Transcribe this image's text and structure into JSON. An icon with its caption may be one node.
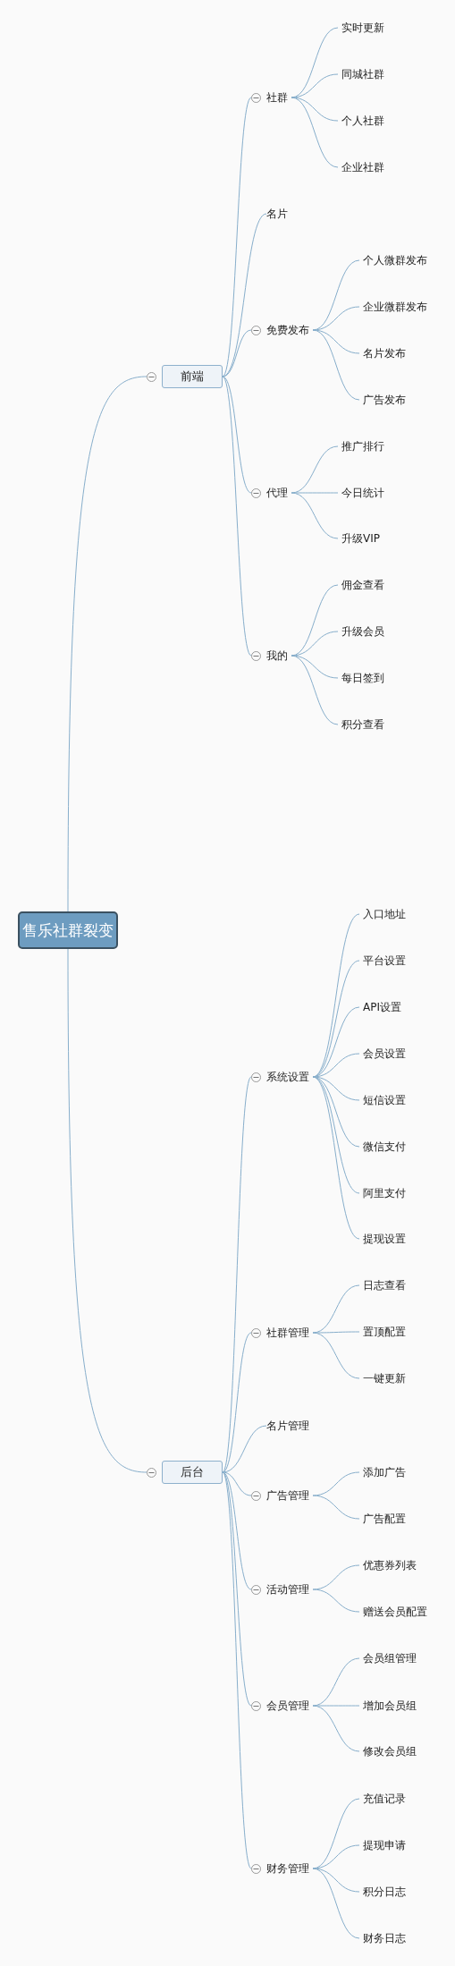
{
  "diagram": {
    "nodes": [
      {
        "text": [
          "售乐社群裂变"
        ]
      },
      {
        "text": [
          "前端"
        ]
      },
      {
        "text": [
          "社群"
        ]
      },
      {
        "text": [
          "实时更新"
        ]
      },
      {
        "text": [
          "同城社群"
        ]
      },
      {
        "text": [
          "个人社群"
        ]
      },
      {
        "text": [
          "企业社群"
        ]
      },
      {
        "text": [
          "名片"
        ]
      },
      {
        "text": [
          "免费发布"
        ]
      },
      {
        "text": [
          "个人微群发布"
        ]
      },
      {
        "text": [
          "企业微群发布"
        ]
      },
      {
        "text": [
          "名片发布"
        ]
      },
      {
        "text": [
          "广告发布"
        ]
      },
      {
        "text": [
          "代理"
        ]
      },
      {
        "text": [
          "推广排行"
        ]
      },
      {
        "text": [
          "今日统计"
        ]
      },
      {
        "text": [
          "升级VIP"
        ]
      },
      {
        "text": [
          "我的"
        ]
      },
      {
        "text": [
          "佣金查看"
        ]
      },
      {
        "text": [
          "升级会员"
        ]
      },
      {
        "text": [
          "每日签到"
        ]
      },
      {
        "text": [
          "积分查看"
        ]
      },
      {
        "text": [
          "后台"
        ]
      },
      {
        "text": [
          "系统设置"
        ]
      },
      {
        "text": [
          "入口地址"
        ]
      },
      {
        "text": [
          "平台设置"
        ]
      },
      {
        "text": [
          "API设置"
        ]
      },
      {
        "text": [
          "会员设置"
        ]
      },
      {
        "text": [
          "短信设置"
        ]
      },
      {
        "text": [
          "微信支付"
        ]
      },
      {
        "text": [
          "阿里支付"
        ]
      },
      {
        "text": [
          "提现设置"
        ]
      },
      {
        "text": [
          "社群管理"
        ]
      },
      {
        "text": [
          "日志查看"
        ]
      },
      {
        "text": [
          "置顶配置"
        ]
      },
      {
        "text": [
          "一键更新"
        ]
      },
      {
        "text": [
          "名片管理"
        ]
      },
      {
        "text": [
          "广告管理"
        ]
      },
      {
        "text": [
          "添加广告"
        ]
      },
      {
        "text": [
          "广告配置"
        ]
      },
      {
        "text": [
          "活动管理"
        ]
      },
      {
        "text": [
          "优惠券列表"
        ]
      },
      {
        "text": [
          "赠送会员配置"
        ]
      },
      {
        "text": [
          "会员管理"
        ]
      },
      {
        "text": [
          "会员组管理"
        ]
      },
      {
        "text": [
          "增加会员组"
        ]
      },
      {
        "text": [
          "修改会员组"
        ]
      },
      {
        "text": [
          "财务管理"
        ]
      },
      {
        "text": [
          "充值记录"
        ]
      },
      {
        "text": [
          "提现申请"
        ]
      },
      {
        "text": [
          "积分日志"
        ]
      },
      {
        "text": [
          "财务日志"
        ]
      }
    ],
    "edges": [
      {
        "from": 0,
        "to": 1,
        "arrow": "none"
      },
      {
        "from": 1,
        "to": 2,
        "arrow": "none"
      },
      {
        "from": 2,
        "to": 3,
        "arrow": "none"
      },
      {
        "from": 2,
        "to": 4,
        "arrow": "none"
      },
      {
        "from": 2,
        "to": 5,
        "arrow": "none"
      },
      {
        "from": 2,
        "to": 6,
        "arrow": "none"
      },
      {
        "from": 1,
        "to": 7,
        "arrow": "none"
      },
      {
        "from": 1,
        "to": 8,
        "arrow": "none"
      },
      {
        "from": 8,
        "to": 9,
        "arrow": "none"
      },
      {
        "from": 8,
        "to": 10,
        "arrow": "none"
      },
      {
        "from": 8,
        "to": 11,
        "arrow": "none"
      },
      {
        "from": 8,
        "to": 12,
        "arrow": "none"
      },
      {
        "from": 1,
        "to": 13,
        "arrow": "none"
      },
      {
        "from": 13,
        "to": 14,
        "arrow": "none"
      },
      {
        "from": 13,
        "to": 15,
        "arrow": "none"
      },
      {
        "from": 13,
        "to": 16,
        "arrow": "none"
      },
      {
        "from": 1,
        "to": 17,
        "arrow": "none"
      },
      {
        "from": 17,
        "to": 18,
        "arrow": "none"
      },
      {
        "from": 17,
        "to": 19,
        "arrow": "none"
      },
      {
        "from": 17,
        "to": 20,
        "arrow": "none"
      },
      {
        "from": 17,
        "to": 21,
        "arrow": "none"
      },
      {
        "from": 0,
        "to": 22,
        "arrow": "none"
      },
      {
        "from": 22,
        "to": 23,
        "arrow": "none"
      },
      {
        "from": 23,
        "to": 24,
        "arrow": "none"
      },
      {
        "from": 23,
        "to": 25,
        "arrow": "none"
      },
      {
        "from": 23,
        "to": 26,
        "arrow": "none"
      },
      {
        "from": 23,
        "to": 27,
        "arrow": "none"
      },
      {
        "from": 23,
        "to": 28,
        "arrow": "none"
      },
      {
        "from": 23,
        "to": 29,
        "arrow": "none"
      },
      {
        "from": 23,
        "to": 30,
        "arrow": "none"
      },
      {
        "from": 23,
        "to": 31,
        "arrow": "none"
      },
      {
        "from": 22,
        "to": 32,
        "arrow": "none"
      },
      {
        "from": 32,
        "to": 33,
        "arrow": "none"
      },
      {
        "from": 32,
        "to": 34,
        "arrow": "none"
      },
      {
        "from": 32,
        "to": 35,
        "arrow": "none"
      },
      {
        "from": 22,
        "to": 36,
        "arrow": "none"
      },
      {
        "from": 22,
        "to": 37,
        "arrow": "none"
      },
      {
        "from": 37,
        "to": 38,
        "arrow": "none"
      },
      {
        "from": 37,
        "to": 39,
        "arrow": "none"
      },
      {
        "from": 22,
        "to": 40,
        "arrow": "none"
      },
      {
        "from": 40,
        "to": 41,
        "arrow": "none"
      },
      {
        "from": 40,
        "to": 42,
        "arrow": "none"
      },
      {
        "from": 22,
        "to": 43,
        "arrow": "none"
      },
      {
        "from": 43,
        "to": 44,
        "arrow": "none"
      },
      {
        "from": 43,
        "to": 45,
        "arrow": "none"
      },
      {
        "from": 43,
        "to": 46,
        "arrow": "none"
      },
      {
        "from": 22,
        "to": 47,
        "arrow": "none"
      },
      {
        "from": 47,
        "to": 48,
        "arrow": "none"
      },
      {
        "from": 47,
        "to": 49,
        "arrow": "none"
      },
      {
        "from": 47,
        "to": 50,
        "arrow": "none"
      },
      {
        "from": 47,
        "to": 51,
        "arrow": "none"
      }
    ]
  }
}
